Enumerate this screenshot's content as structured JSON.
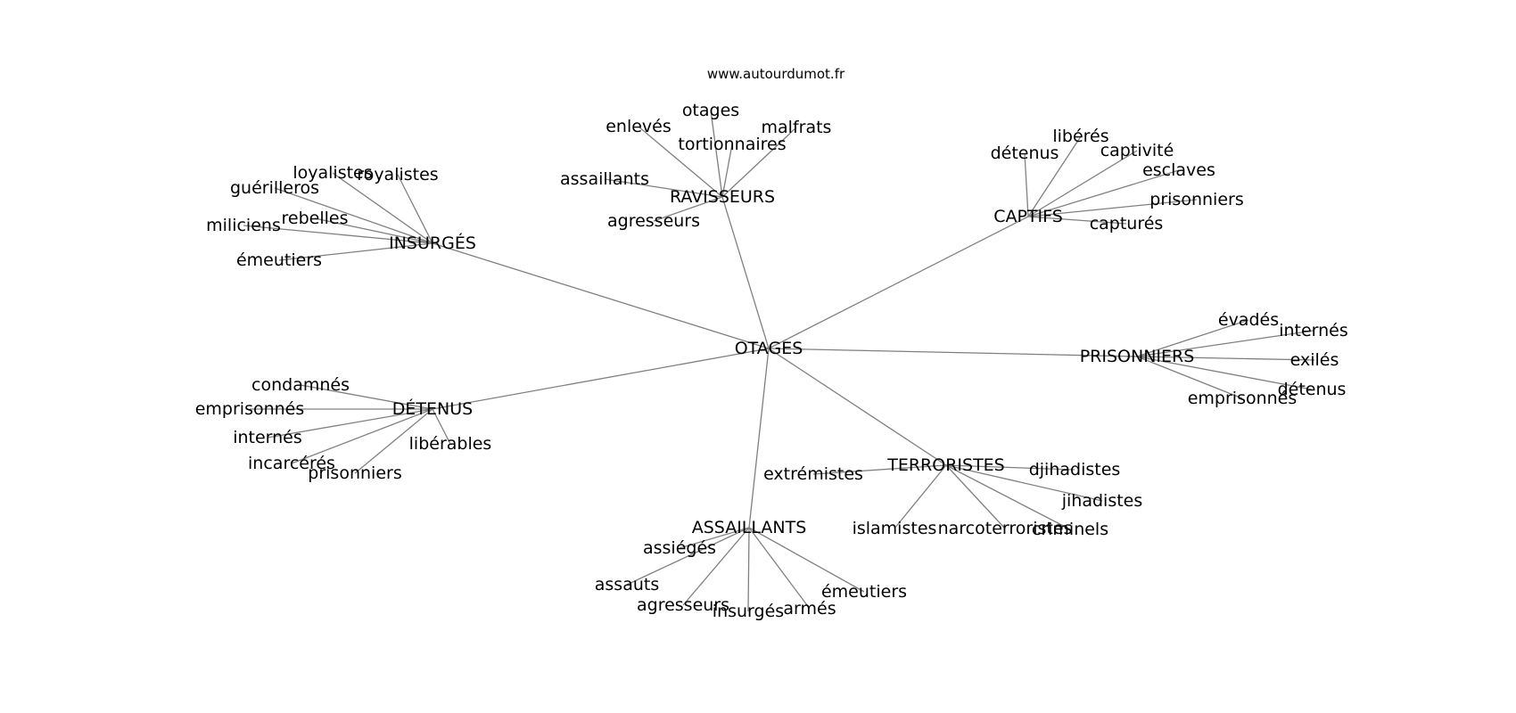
{
  "source": "www.autourdumot.fr",
  "center": "OTAGES",
  "groups": [
    {
      "label": "RAVISSEURS",
      "children": [
        "otages",
        "enlevés",
        "malfrats",
        "tortionnaires",
        "assaillants",
        "agresseurs"
      ]
    },
    {
      "label": "CAPTIFS",
      "children": [
        "libérés",
        "détenus",
        "captivité",
        "esclaves",
        "prisonniers",
        "capturés"
      ]
    },
    {
      "label": "INSURGÉS",
      "children": [
        "loyalistes",
        "royalistes",
        "guérilleros",
        "rebelles",
        "miliciens",
        "émeutiers"
      ]
    },
    {
      "label": "PRISONNIERS",
      "children": [
        "évadés",
        "internés",
        "exilés",
        "détenus",
        "emprisonnés"
      ]
    },
    {
      "label": "DÉTENUS",
      "children": [
        "condamnés",
        "emprisonnés",
        "internés",
        "libérables",
        "incarcérés",
        "prisonniers"
      ]
    },
    {
      "label": "TERRORISTES",
      "children": [
        "extrémistes",
        "djihadistes",
        "jihadistes",
        "islamistes",
        "narcoterroristes",
        "criminels"
      ]
    },
    {
      "label": "ASSAILLANTS",
      "children": [
        "assiégés",
        "assauts",
        "agresseurs",
        "insurgés",
        "armés",
        "émeutiers"
      ]
    }
  ]
}
